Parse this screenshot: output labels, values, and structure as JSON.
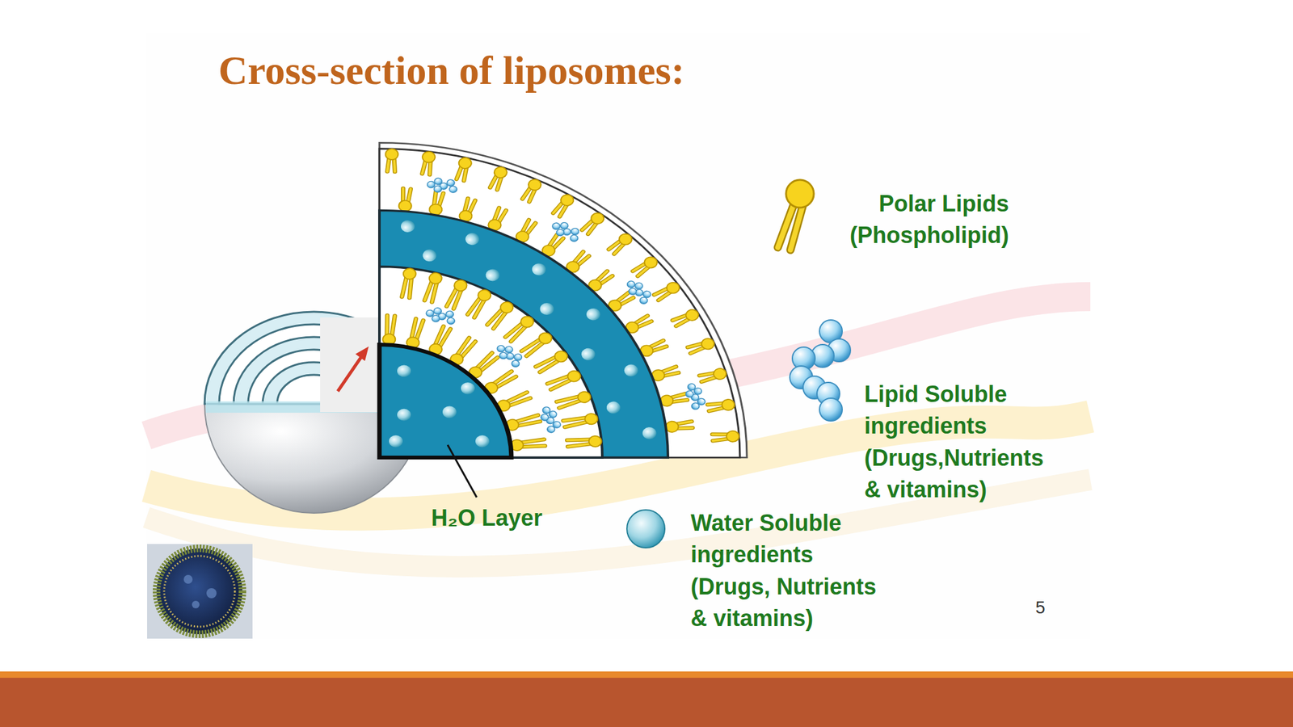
{
  "diagram": {
    "title": "Cross-section of liposomes:",
    "labels": [
      "H₂O Layer",
      "5"
    ],
    "legend": [
      {
        "text": "Polar Lipids (Phospholipid)"
      },
      {
        "text": "Lipid Soluble ingredients (Drugs,Nutrients & vitamins)"
      },
      {
        "text": "Water Soluble ingredients (Drugs, Nutrients & vitamins)"
      }
    ]
  }
}
